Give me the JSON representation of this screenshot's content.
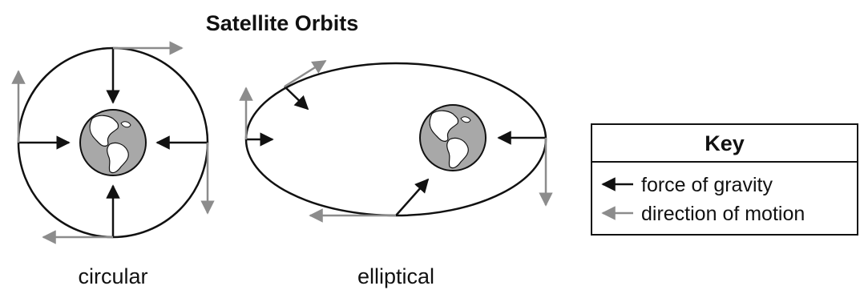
{
  "title": "Satellite Orbits",
  "orbits": [
    {
      "label": "circular"
    },
    {
      "label": "elliptical"
    }
  ],
  "key": {
    "title": "Key",
    "items": [
      {
        "label": "force of gravity",
        "color": "#111111"
      },
      {
        "label": "direction of motion",
        "color": "#8c8c8c"
      }
    ]
  },
  "colors": {
    "gravity": "#111111",
    "motion": "#8c8c8c",
    "earth_land": "#ffffff",
    "earth_ocean": "#a8a8a8"
  }
}
